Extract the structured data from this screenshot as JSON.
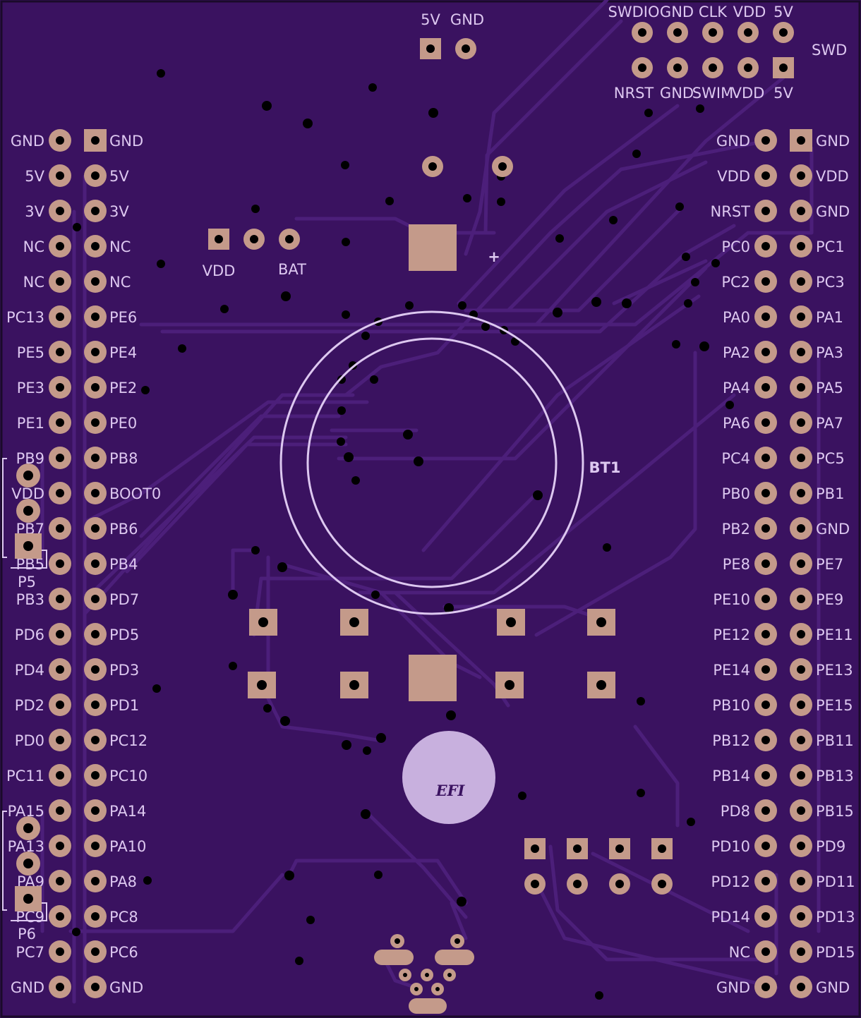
{
  "colors": {
    "board": "#3a1260",
    "trace": "#4c1f7a",
    "pad": "#c49a8a",
    "silk": "#ddc8f0",
    "drill": "#000000"
  },
  "left_header": {
    "rows": [
      [
        "GND",
        "GND"
      ],
      [
        "5V",
        "5V"
      ],
      [
        "3V",
        "3V"
      ],
      [
        "NC",
        "NC"
      ],
      [
        "NC",
        "NC"
      ],
      [
        "PC13",
        "PE6"
      ],
      [
        "PE5",
        "PE4"
      ],
      [
        "PE3",
        "PE2"
      ],
      [
        "PE1",
        "PE0"
      ],
      [
        "PB9",
        "PB8"
      ],
      [
        "VDD",
        "BOOT0"
      ],
      [
        "PB7",
        "PB6"
      ],
      [
        "PB5",
        "PB4"
      ],
      [
        "PB3",
        "PD7"
      ],
      [
        "PD6",
        "PD5"
      ],
      [
        "PD4",
        "PD3"
      ],
      [
        "PD2",
        "PD1"
      ],
      [
        "PD0",
        "PC12"
      ],
      [
        "PC11",
        "PC10"
      ],
      [
        "PA15",
        "PA14"
      ],
      [
        "PA13",
        "PA10"
      ],
      [
        "PA9",
        "PA8"
      ],
      [
        "PC9",
        "PC8"
      ],
      [
        "PC7",
        "PC6"
      ],
      [
        "GND",
        "GND"
      ]
    ]
  },
  "right_header": {
    "rows": [
      [
        "GND",
        "GND"
      ],
      [
        "VDD",
        "VDD"
      ],
      [
        "NRST",
        "GND"
      ],
      [
        "PC0",
        "PC1"
      ],
      [
        "PC2",
        "PC3"
      ],
      [
        "PA0",
        "PA1"
      ],
      [
        "PA2",
        "PA3"
      ],
      [
        "PA4",
        "PA5"
      ],
      [
        "PA6",
        "PA7"
      ],
      [
        "PC4",
        "PC5"
      ],
      [
        "PB0",
        "PB1"
      ],
      [
        "PB2",
        "GND"
      ],
      [
        "PE8",
        "PE7"
      ],
      [
        "PE10",
        "PE9"
      ],
      [
        "PE12",
        "PE11"
      ],
      [
        "PE14",
        "PE13"
      ],
      [
        "PB10",
        "PE15"
      ],
      [
        "PB12",
        "PB11"
      ],
      [
        "PB14",
        "PB13"
      ],
      [
        "PD8",
        "PB15"
      ],
      [
        "PD10",
        "PD9"
      ],
      [
        "PD12",
        "PD11"
      ],
      [
        "PD14",
        "PD13"
      ],
      [
        "NC",
        "PD15"
      ],
      [
        "GND",
        "GND"
      ]
    ]
  },
  "swd": {
    "label": "SWD",
    "top_labels": [
      "SWDIO",
      "GND",
      "CLK",
      "VDD",
      "5V"
    ],
    "bottom_labels": [
      "NRST",
      "GND",
      "SWIM",
      "VDD",
      "5V"
    ]
  },
  "power_header": {
    "labels": [
      "5V",
      "GND"
    ]
  },
  "battery_header": {
    "labels": [
      "VDD",
      "BAT"
    ]
  },
  "battery": {
    "ref": "BT1",
    "polarity": "+"
  },
  "jumpers": [
    {
      "ref": "P5"
    },
    {
      "ref": "P6"
    }
  ],
  "logo": {
    "text": "EFI"
  }
}
